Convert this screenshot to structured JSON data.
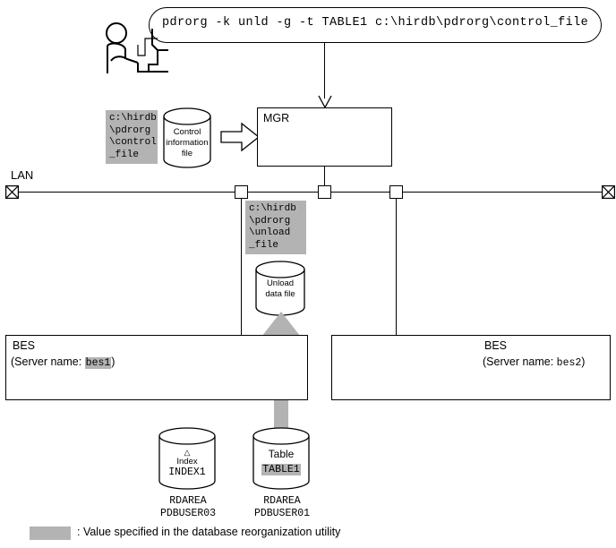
{
  "command": {
    "text": "pdrorg -k unld -g -t TABLE1 c:\\hirdb\\pdrorg\\control_file"
  },
  "actor": {
    "name": "operator-at-terminal"
  },
  "control_file": {
    "path_label": "c:\\hirdb\n\\pdrorg\n\\control\n_file",
    "cylinder_label": "Control\ninformation\nfile"
  },
  "mgr": {
    "label": "MGR"
  },
  "lan": {
    "label": "LAN"
  },
  "unload_file": {
    "path_label": "c:\\hirdb\n\\pdrorg\n\\unload\n_file",
    "cylinder_label": "Unload\ndata file"
  },
  "bes1": {
    "title": "BES",
    "server_prefix": "(Server name: ",
    "server_name": "bes1",
    "server_suffix": ")"
  },
  "bes2": {
    "title": "BES",
    "server_prefix": "(Server name: ",
    "server_name": "bes2",
    "server_suffix": ")"
  },
  "index_rdarea": {
    "marker": "△",
    "kind": "Index",
    "name": "INDEX1",
    "caption": "RDAREA\nPDBUSER03"
  },
  "table_rdarea": {
    "kind": "Table",
    "name": "TABLE1",
    "caption": "RDAREA\nPDBUSER01"
  },
  "legend": {
    "text": ": Value specified in the database reorganization utility",
    "swatch_color": "#b3b3b3"
  },
  "colors": {
    "highlight": "#b3b3b3",
    "line": "#000000",
    "background": "#ffffff"
  }
}
